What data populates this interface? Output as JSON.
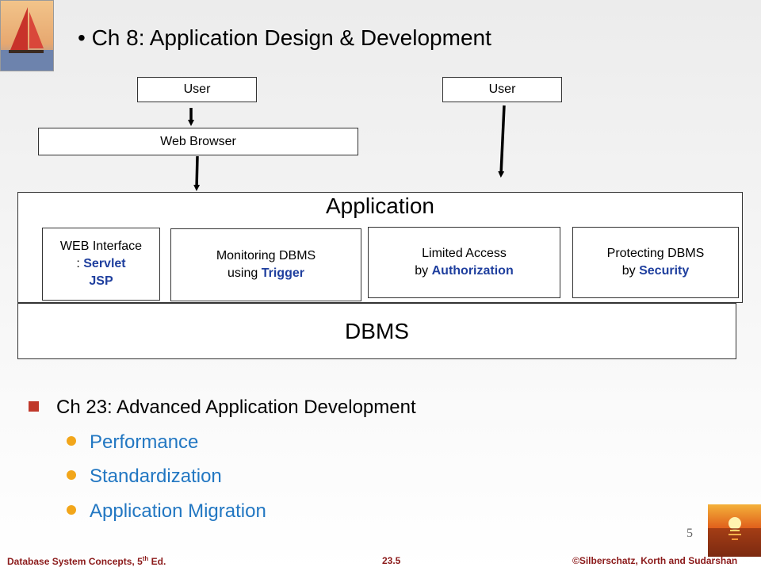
{
  "title": "• Ch 8: Application Design & Development",
  "diagram": {
    "user_left": "User",
    "user_right": "User",
    "web_browser": "Web Browser",
    "application": "Application",
    "dbms": "DBMS",
    "components": {
      "web": {
        "line1": "WEB Interface",
        "line2_prefix": ": ",
        "line2_kw": "Servlet",
        "line3_kw": "JSP"
      },
      "monitoring": {
        "line1": "Monitoring DBMS",
        "line2_prefix": "using ",
        "line2_kw": "Trigger"
      },
      "limited": {
        "line1": "Limited Access",
        "line2_prefix": "by ",
        "line2_kw": "Authorization"
      },
      "protecting": {
        "line1": "Protecting DBMS",
        "line2_prefix": "by ",
        "line2_kw": "Security"
      }
    }
  },
  "bullets": {
    "main": "Ch 23: Advanced Application Development",
    "sub": [
      "Performance",
      "Standardization",
      "Application Migration"
    ]
  },
  "page_number": "5",
  "footer": {
    "left_main": "Database  System Concepts, 5",
    "left_sup": "th",
    "left_end": " Ed.",
    "center": "23.5",
    "right": "©Silberschatz, Korth  and  Sudarshan"
  },
  "colors": {
    "keyword": "#1f3f9e",
    "sub_bullet_text": "#2277c2",
    "footer": "#8b1a1a"
  }
}
